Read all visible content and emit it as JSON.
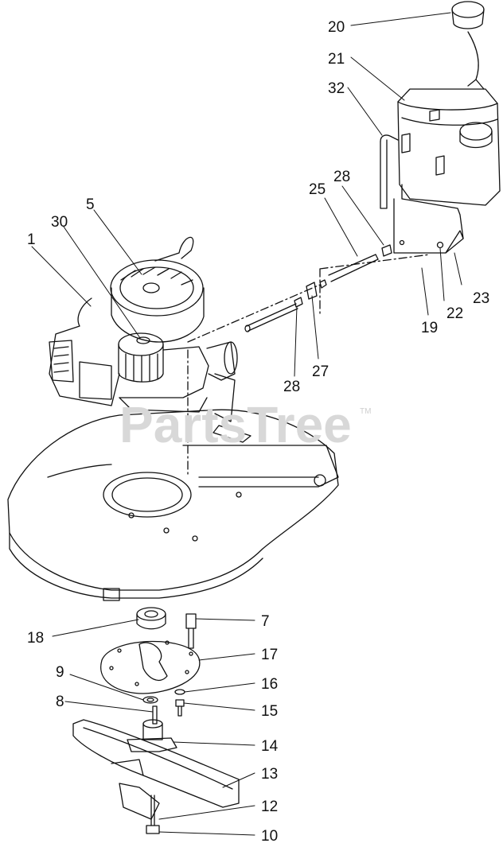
{
  "watermark": {
    "text": "PartsTree",
    "tm": "TM"
  },
  "callouts": [
    {
      "id": "20",
      "label": "20"
    },
    {
      "id": "21",
      "label": "21"
    },
    {
      "id": "32",
      "label": "32"
    },
    {
      "id": "28a",
      "label": "28"
    },
    {
      "id": "25",
      "label": "25"
    },
    {
      "id": "5",
      "label": "5"
    },
    {
      "id": "30",
      "label": "30"
    },
    {
      "id": "1",
      "label": "1"
    },
    {
      "id": "23",
      "label": "23"
    },
    {
      "id": "22",
      "label": "22"
    },
    {
      "id": "19",
      "label": "19"
    },
    {
      "id": "28b",
      "label": "28"
    },
    {
      "id": "27",
      "label": "27"
    },
    {
      "id": "7",
      "label": "7"
    },
    {
      "id": "18",
      "label": "18"
    },
    {
      "id": "17",
      "label": "17"
    },
    {
      "id": "9",
      "label": "9"
    },
    {
      "id": "16",
      "label": "16"
    },
    {
      "id": "8",
      "label": "8"
    },
    {
      "id": "15",
      "label": "15"
    },
    {
      "id": "14",
      "label": "14"
    },
    {
      "id": "13",
      "label": "13"
    },
    {
      "id": "12",
      "label": "12"
    },
    {
      "id": "10",
      "label": "10"
    }
  ]
}
